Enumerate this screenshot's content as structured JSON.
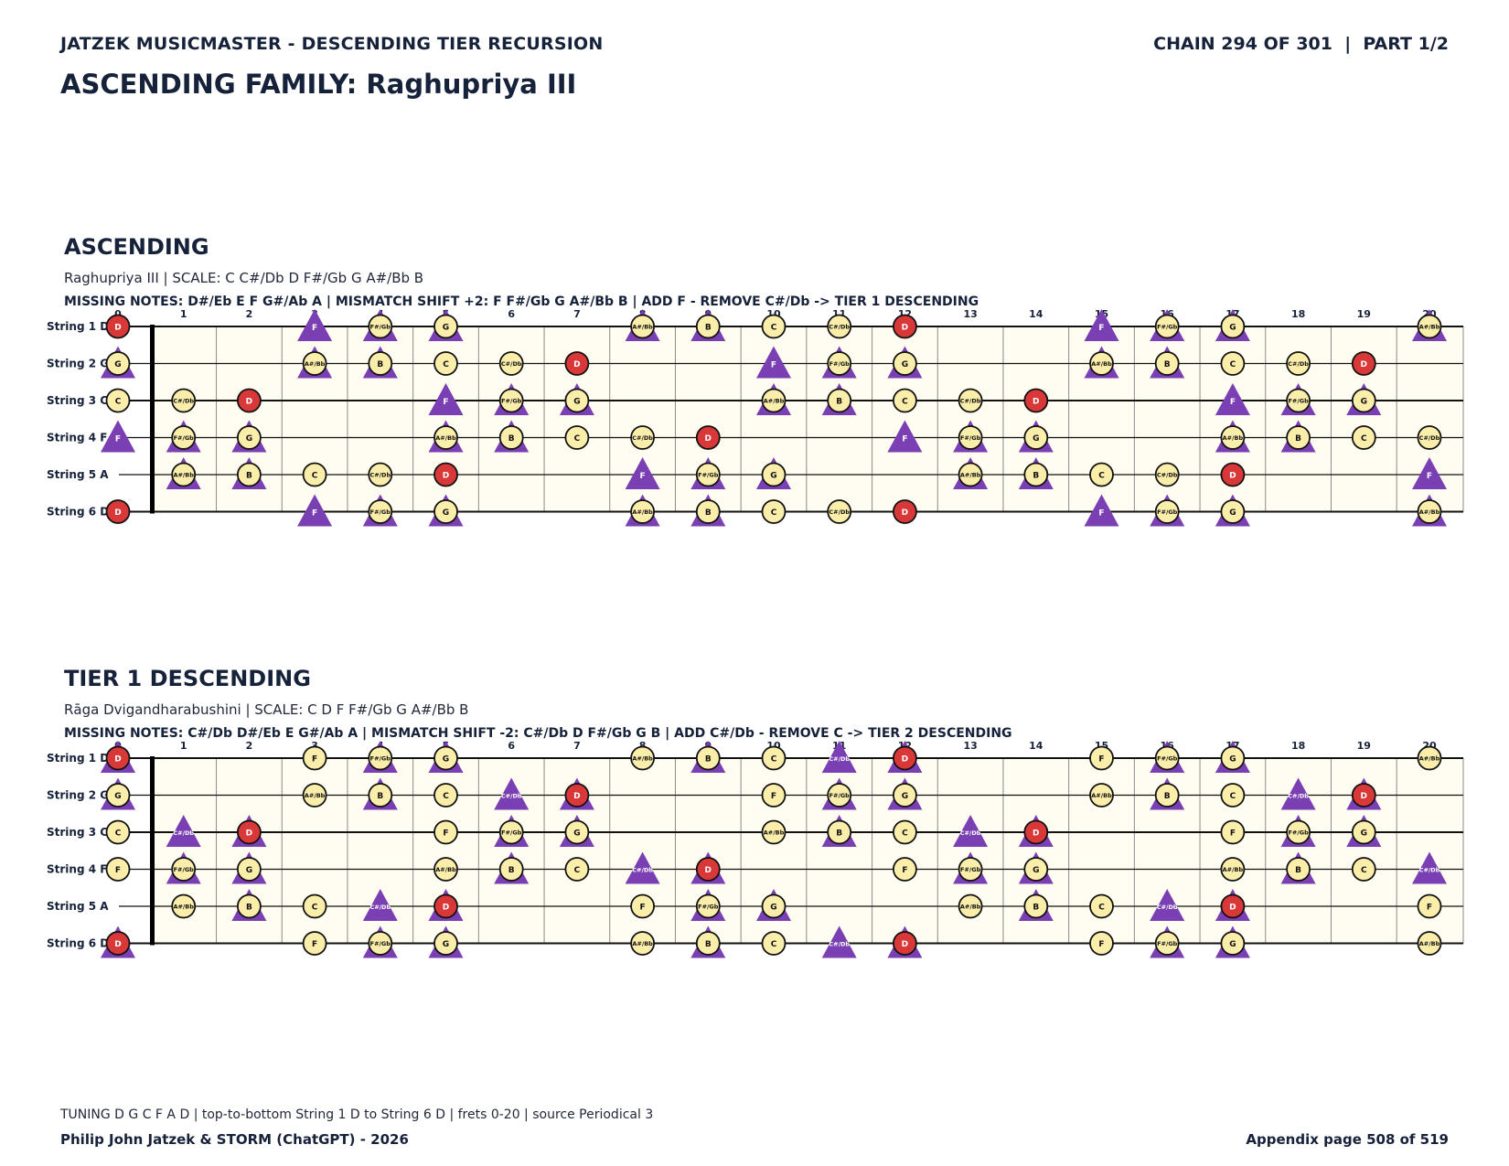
{
  "header": {
    "left": "JATZEK MUSICMASTER - DESCENDING TIER RECURSION",
    "right": "CHAIN 294 OF 301  |  PART 1/2",
    "family": "ASCENDING FAMILY: Raghupriya III"
  },
  "footer": {
    "tuning_line": "TUNING D G C F A D | top-to-bottom String 1 D to String 6 D | frets 0-20 | source Periodical 3",
    "authors": "Philip John Jatzek & STORM (ChatGPT) - 2026",
    "page": "Appendix page 508 of 519"
  },
  "colors": {
    "scale_note": "#fbeeab",
    "root_note": "#d93838",
    "triangle": "#7a3fb3",
    "fretboard": "#fffdf1",
    "text": "#16213a"
  },
  "fretboard": {
    "frets": 20,
    "fret_numbers": [
      "0",
      "1",
      "2",
      "3",
      "4",
      "5",
      "6",
      "7",
      "8",
      "9",
      "10",
      "11",
      "12",
      "13",
      "14",
      "15",
      "16",
      "17",
      "18",
      "19",
      "20"
    ],
    "strings": [
      {
        "label": "String 1 D",
        "open": "D"
      },
      {
        "label": "String 2 G",
        "open": "G"
      },
      {
        "label": "String 3 C",
        "open": "C"
      },
      {
        "label": "String 4 F",
        "open": "F"
      },
      {
        "label": "String 5 A",
        "open": "A"
      },
      {
        "label": "String 6 D",
        "open": "D"
      }
    ]
  },
  "sections": [
    {
      "title": "ASCENDING",
      "info": "Raghupriya III  |  SCALE: C C#/Db D F#/Gb G A#/Bb B",
      "missing": "MISSING NOTES: D#/Eb E F G#/Ab A  |  MISMATCH SHIFT +2: F F#/Gb G A#/Bb B  |  ADD F - REMOVE C#/Db -> TIER 1 DESCENDING",
      "root": "D",
      "scale": [
        "C",
        "C#/Db",
        "D",
        "F#/Gb",
        "G",
        "A#/Bb",
        "B"
      ],
      "tri_notes": [
        "F",
        "F#/Gb",
        "G",
        "A#/Bb",
        "B"
      ],
      "tri_only": [
        "F"
      ]
    },
    {
      "title": "TIER 1 DESCENDING",
      "info": "Rāga Dvigandharabushini  |  SCALE: C D F F#/Gb G A#/Bb B",
      "missing": "MISSING NOTES: C#/Db D#/Eb E G#/Ab A  |  MISMATCH SHIFT -2: C#/Db D F#/Gb G B  |  ADD C#/Db - REMOVE C -> TIER 2 DESCENDING",
      "root": "D",
      "scale": [
        "C",
        "D",
        "F",
        "F#/Gb",
        "G",
        "A#/Bb",
        "B"
      ],
      "tri_notes": [
        "C#/Db",
        "D",
        "F#/Gb",
        "G",
        "B"
      ],
      "tri_only": [
        "C#/Db"
      ]
    }
  ]
}
